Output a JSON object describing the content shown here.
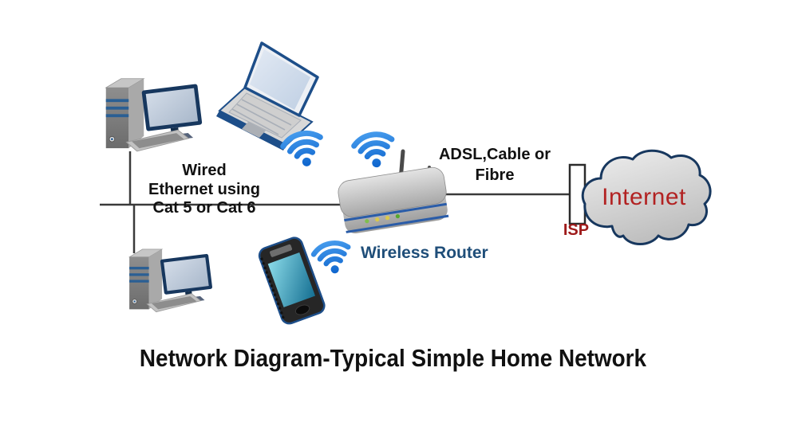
{
  "title": {
    "text": "Network Diagram-Typical Simple Home Network"
  },
  "labels": {
    "wired": "Wired\nEthernet using\nCat 5 or Cat 6",
    "adsl": "ADSL,Cable or\nFibre",
    "wireless_router": "Wireless Router",
    "isp": "ISP",
    "internet": "Internet"
  },
  "icons": [
    "desktop-computer-icon",
    "laptop-icon",
    "smartphone-icon",
    "wireless-router-icon",
    "wifi-signal-icon",
    "internet-cloud-icon",
    "isp-node"
  ],
  "colors": {
    "line": "#3A3A3A",
    "wifi_blue_top": "#55AAF5",
    "wifi_blue_bottom": "#0B62CC",
    "wireless_router_label": "#1F4E79",
    "isp_label": "#9E1A1A",
    "internet_label": "#B22222",
    "cloud_border": "#17375E",
    "device_navy": "#1D4E89",
    "title": "#111111"
  }
}
